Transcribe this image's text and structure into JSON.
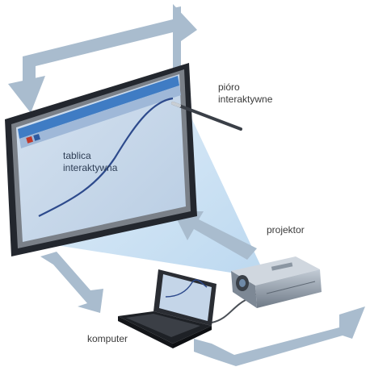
{
  "labels": {
    "pen": [
      "pióro",
      "interaktywne"
    ],
    "board": [
      "tablica",
      "interaktywna"
    ],
    "projector": "projektor",
    "computer": "komputer"
  },
  "colors": {
    "arrow": "#a9bcce",
    "board_frame": "#23272e",
    "board_surface": "#c7d7ea",
    "title_bar": "#3f7cc4",
    "curve": "#2d4a8c",
    "projection_beam": "#cfe3f4",
    "projector_body": "#9aa6b3",
    "laptop_body": "#2a2d33"
  },
  "icons": [
    "interactive-pen-icon",
    "projector-icon",
    "laptop-icon"
  ]
}
